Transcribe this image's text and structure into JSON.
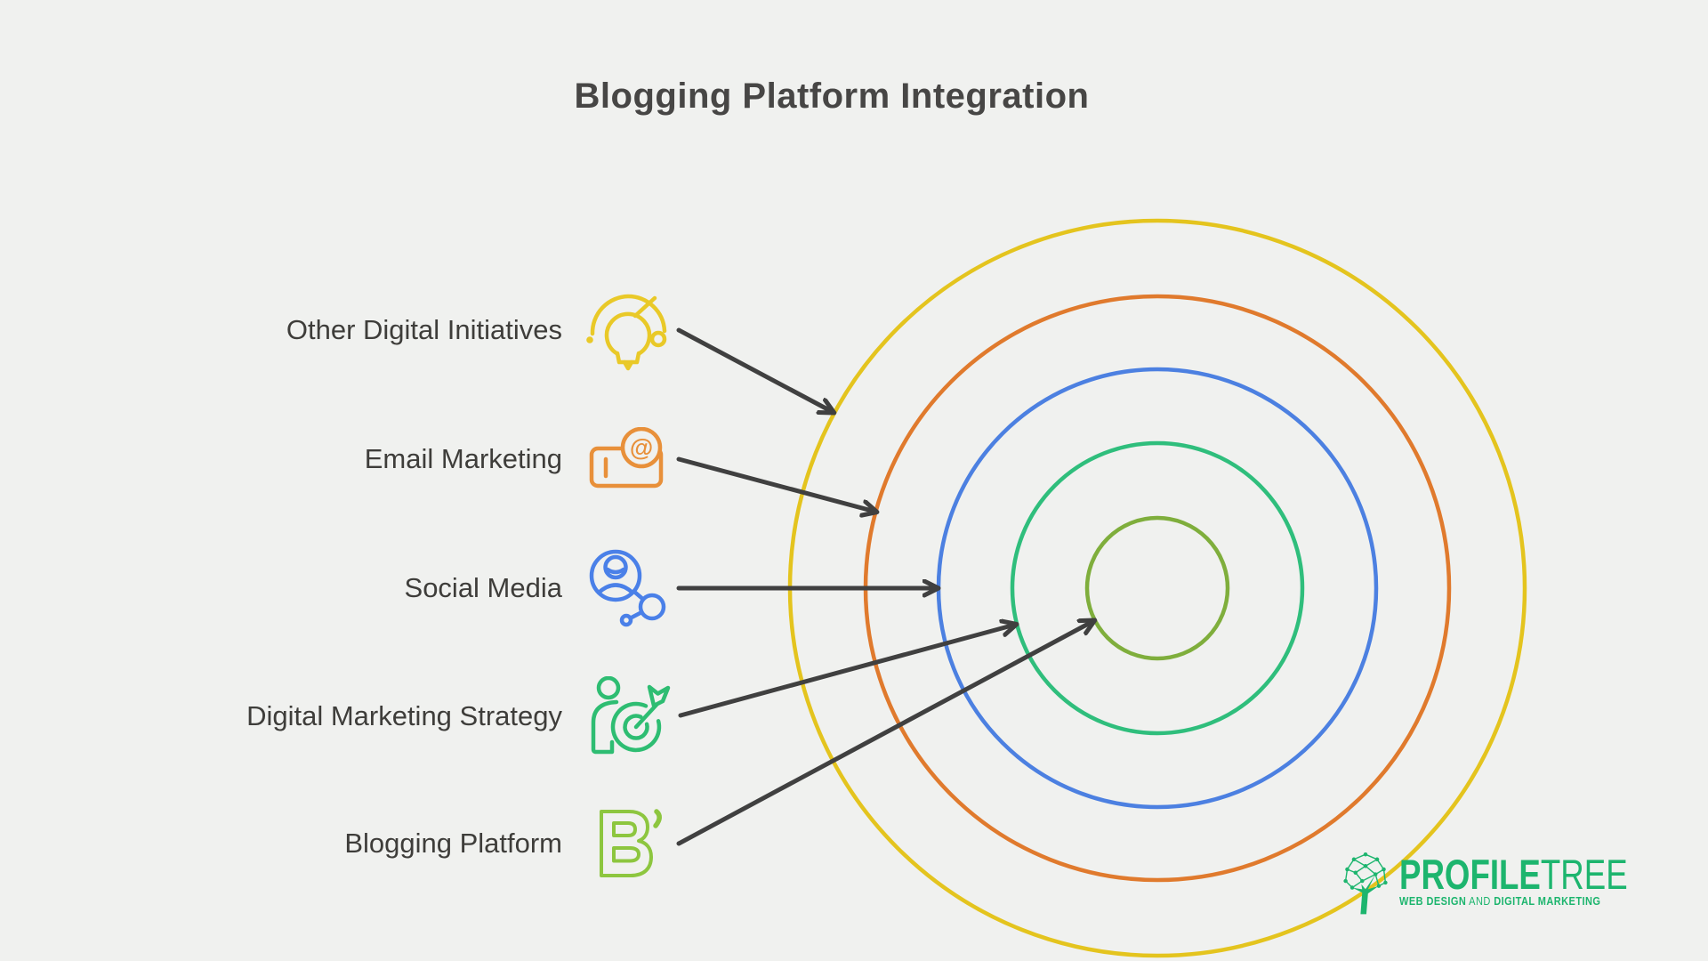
{
  "title": "Blogging Platform Integration",
  "colors": {
    "background": "#F0F1EF",
    "label_text": "#3E3D3A",
    "title_text": "#474645",
    "arrow": "#404040"
  },
  "labels": [
    {
      "text": "Other Digital Initiatives",
      "icon": "lightbulb-idea-icon",
      "color": "#E9C928"
    },
    {
      "text": "Email Marketing",
      "icon": "email-at-icon",
      "color": "#E8903A"
    },
    {
      "text": "Social Media",
      "icon": "person-share-network-icon",
      "color": "#4A80E8"
    },
    {
      "text": "Digital Marketing Strategy",
      "icon": "person-target-dart-icon",
      "color": "#2EBD72"
    },
    {
      "text": "Blogging Platform",
      "icon": "blogger-b-icon",
      "color": "#8DC63F"
    }
  ],
  "rings": [
    {
      "label": "Other Digital Initiatives",
      "color": "#E4C41E",
      "radius": 413
    },
    {
      "label": "Email Marketing",
      "color": "#E07A2D",
      "radius": 328
    },
    {
      "label": "Social Media",
      "color": "#4C80E1",
      "radius": 246
    },
    {
      "label": "Digital Marketing Strategy",
      "color": "#2FBE7C",
      "radius": 163
    },
    {
      "label": "Blogging Platform",
      "color": "#7FAE3C",
      "radius": 79
    }
  ],
  "logo": {
    "icon": "network-tree-icon",
    "color": "#1DB56E",
    "brand_primary": "PROFILE",
    "brand_secondary": "TREE",
    "tagline_lead": "WEB DESIGN",
    "tagline_mid": " AND ",
    "tagline_tail": "DIGITAL MARKETING"
  }
}
